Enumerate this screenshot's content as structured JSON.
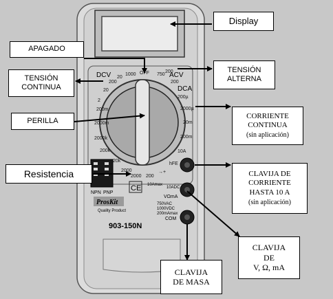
{
  "diagram": {
    "labels": {
      "display": "Display",
      "apagado": "APAGADO",
      "tension_continua_1": "TENSIÓN",
      "tension_continua_2": "CONTINUA",
      "tension_alterna_1": "TENSIÓN",
      "tension_alterna_2": "ALTERNA",
      "perilla": "PERILLA",
      "corriente_continua_1": "CORRIENTE",
      "corriente_continua_2": "CONTINUA",
      "corriente_continua_3": "(sin aplicación)",
      "resistencia": "Resistencia",
      "clavija_10a_1": "CLAVIJA DE",
      "clavija_10a_2": "CORRIENTE",
      "clavija_10a_3": "HASTA 10 A",
      "clavija_10a_4": "(sin aplicación)",
      "clavija_vma_1": "CLAVIJA",
      "clavija_vma_2": "DE",
      "clavija_vma_3": "V, Ω, mA",
      "clavija_masa_1": "CLAVIJA",
      "clavija_masa_2": "DE MASA"
    },
    "meter": {
      "brand": "ProsKit",
      "brand_sub": "Quality Product",
      "model": "903-150N",
      "sections": {
        "dcv": "DCV",
        "acv": "ACV",
        "dca": "DCA"
      },
      "dial_ticks": [
        "1000",
        "OFF",
        "750",
        "200",
        "20",
        "2",
        "200m",
        "2000m",
        "200µ",
        "2000µ",
        "20m",
        "200m",
        "10A",
        "hFE",
        "→+",
        "200",
        "2000",
        "20k",
        "200k",
        "2000k",
        "2000",
        "200",
        "20",
        "200"
      ],
      "jack_labels": {
        "a10": "10ADC",
        "vma": "VΩmA",
        "com": "COM"
      },
      "warnings": [
        "750VAC",
        "1000VDC",
        "200mAmax",
        "10Amax"
      ],
      "transistor_labels": [
        "NPN",
        "PNP"
      ],
      "ce_mark": "CE"
    }
  }
}
